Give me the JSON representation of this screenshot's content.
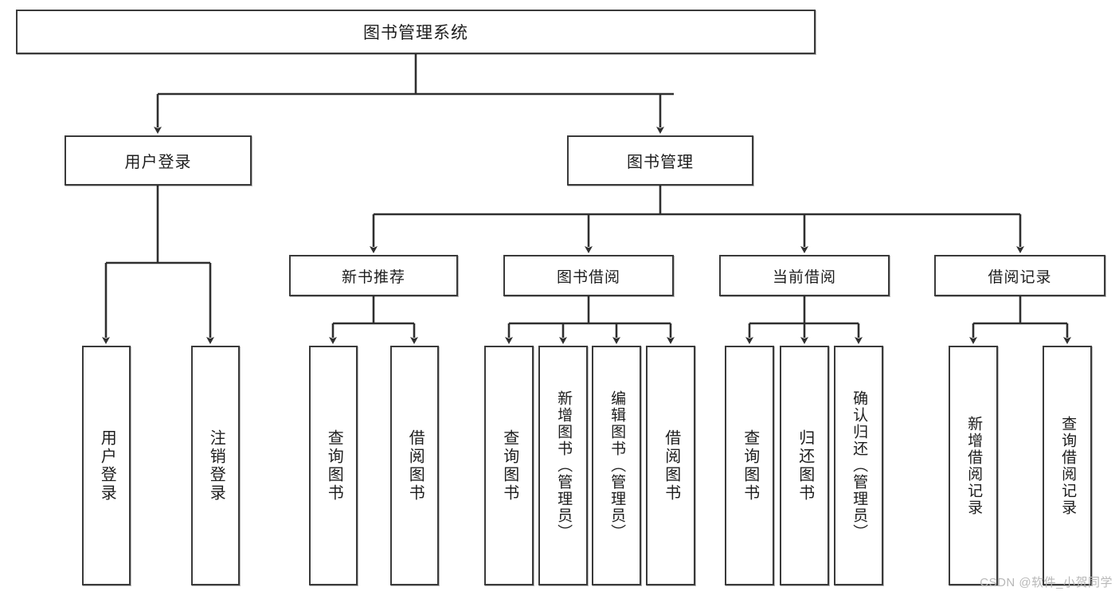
{
  "diagram": {
    "title": "图书管理系统",
    "type": "tree",
    "root": {
      "label": "图书管理系统"
    },
    "level2": [
      {
        "id": "user-login",
        "label": "用户登录"
      },
      {
        "id": "book-manage",
        "label": "图书管理"
      }
    ],
    "level3": [
      {
        "id": "new-book-recommend",
        "label": "新书推荐",
        "parent": "book-manage"
      },
      {
        "id": "book-borrow",
        "label": "图书借阅",
        "parent": "book-manage"
      },
      {
        "id": "current-borrow",
        "label": "当前借阅",
        "parent": "book-manage"
      },
      {
        "id": "borrow-record",
        "label": "借阅记录",
        "parent": "book-manage"
      }
    ],
    "leaves": {
      "user_login": [
        {
          "id": "leaf-user-login",
          "label": "用户登录"
        },
        {
          "id": "leaf-user-logout",
          "label": "注销登录"
        }
      ],
      "new_book_recommend": [
        {
          "id": "leaf-query-book-1",
          "label": "查询图书"
        },
        {
          "id": "leaf-borrow-book-1",
          "label": "借阅图书"
        }
      ],
      "book_borrow": [
        {
          "id": "leaf-query-book-2",
          "label": "查询图书"
        },
        {
          "id": "leaf-add-book",
          "label": "新增图书（管理员）"
        },
        {
          "id": "leaf-edit-book",
          "label": "编辑图书（管理员）"
        },
        {
          "id": "leaf-borrow-book-2",
          "label": "借阅图书"
        }
      ],
      "current_borrow": [
        {
          "id": "leaf-query-book-3",
          "label": "查询图书"
        },
        {
          "id": "leaf-return-book",
          "label": "归还图书"
        },
        {
          "id": "leaf-confirm-return",
          "label": "确认归还（管理员）"
        }
      ],
      "borrow_record": [
        {
          "id": "leaf-add-borrow-record",
          "label": "新增借阅记录"
        },
        {
          "id": "leaf-query-borrow-record",
          "label": "查询借阅记录"
        }
      ]
    },
    "colors": {
      "box_border": "#3a3a3a",
      "box_fill": "#ffffff",
      "connector": "#2f2f2f",
      "text": "#1d1d1d",
      "watermark": "#b8b8b8"
    }
  },
  "watermark": {
    "text": "CSDN @软件_小贺同学"
  }
}
